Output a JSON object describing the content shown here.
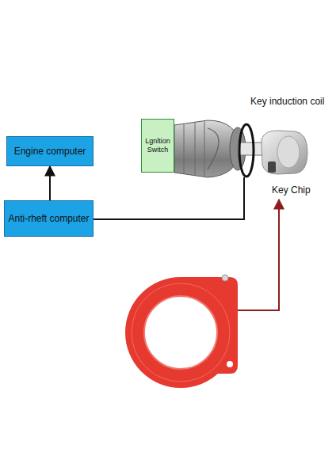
{
  "diagram": {
    "nodes": [
      {
        "text": [
          "Engine computer"
        ]
      },
      {
        "text": [
          "Anti-rheft computer"
        ]
      },
      {
        "text": [
          "Lgnltion Switch"
        ]
      }
    ],
    "edges": [
      {
        "from": 1,
        "to": 0,
        "arrow": "to"
      }
    ],
    "labels": [
      "Key induction coil",
      "Key Chip"
    ]
  }
}
